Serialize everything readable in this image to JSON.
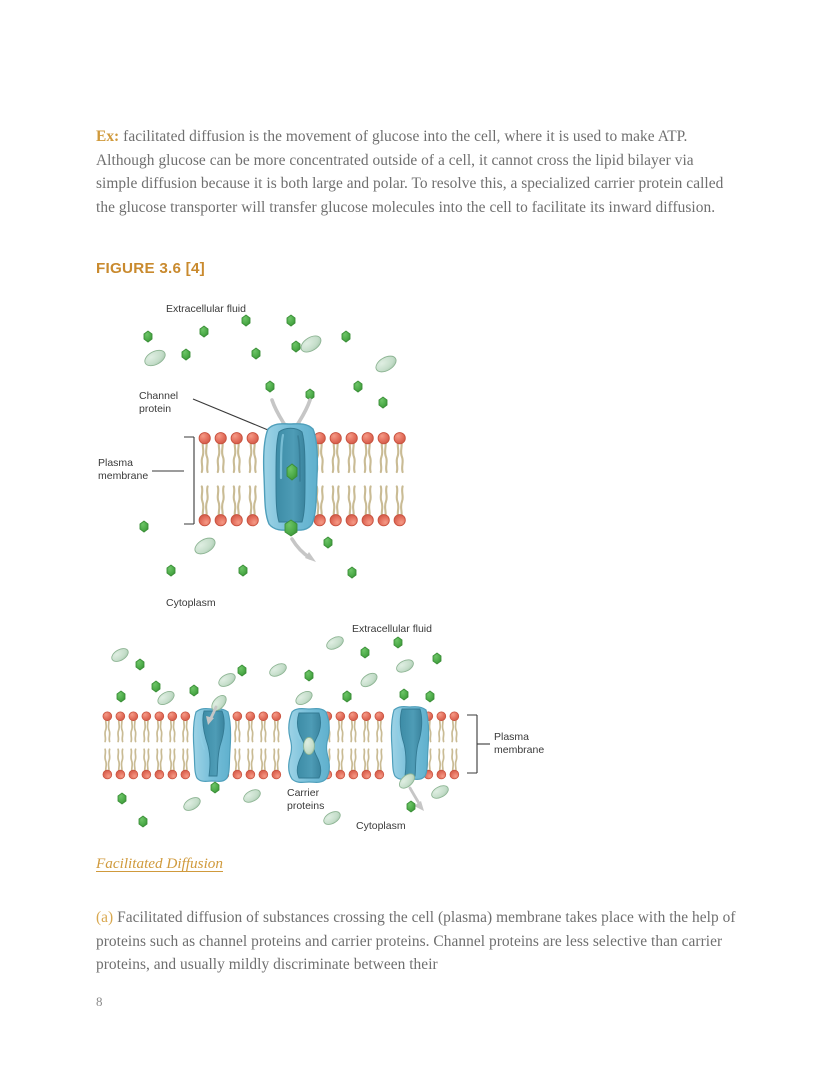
{
  "page": {
    "number": "8",
    "background": "#ffffff",
    "text_color": "#6f6f6f",
    "accent_color": "#d09a3c"
  },
  "intro": {
    "tag": "Ex:",
    "text": " facilitated diffusion is the movement of glucose into the cell, where it is used to make ATP. Although glucose can be more concentrated outside of a cell, it cannot cross the lipid bilayer via simple diffusion because it is both large and polar. To resolve this, a specialized carrier protein called the glucose transporter will transfer glucose molecules into the cell to facilitate its inward diffusion."
  },
  "figure": {
    "heading": "FIGURE 3.6 [4]",
    "caption_title": "Facilitated Diffusion",
    "panel_a": {
      "labels": {
        "extracellular": "Extracellular fluid",
        "channel_protein": "Channel\nprotein",
        "channel_protein_line1": "Channel",
        "channel_protein_line2": "protein",
        "plasma_membrane_line1": "Plasma",
        "plasma_membrane_line2": "membrane",
        "cytoplasm": "Cytoplasm"
      }
    },
    "panel_b": {
      "labels": {
        "extracellular": "Extracellular fluid",
        "carrier_proteins_line1": "Carrier",
        "carrier_proteins_line2": "proteins",
        "plasma_membrane_line1": "Plasma",
        "plasma_membrane_line2": "membrane",
        "cytoplasm": "Cytoplasm"
      }
    },
    "colors": {
      "lipid_head": "#e4705e",
      "lipid_head_dark": "#c8523f",
      "lipid_tail": "#c9bb94",
      "protein_light": "#7fc4dd",
      "protein_mid": "#5aa8c6",
      "protein_dark": "#3f8ba6",
      "molecule_green": "#4cab48",
      "molecule_green_dark": "#2f7a2c",
      "molecule_pale": "#c4ddc9",
      "molecule_pale_dark": "#8db493",
      "arrow_gray": "#bdbdbd",
      "leader_line": "#4a4a4a"
    }
  },
  "closing": {
    "tag": "(a)",
    "text": " Facilitated diffusion of substances crossing the cell (plasma) membrane takes place with the help of proteins such as channel proteins and carrier proteins. Channel proteins are less selective than carrier proteins, and usually mildly discriminate between their"
  }
}
